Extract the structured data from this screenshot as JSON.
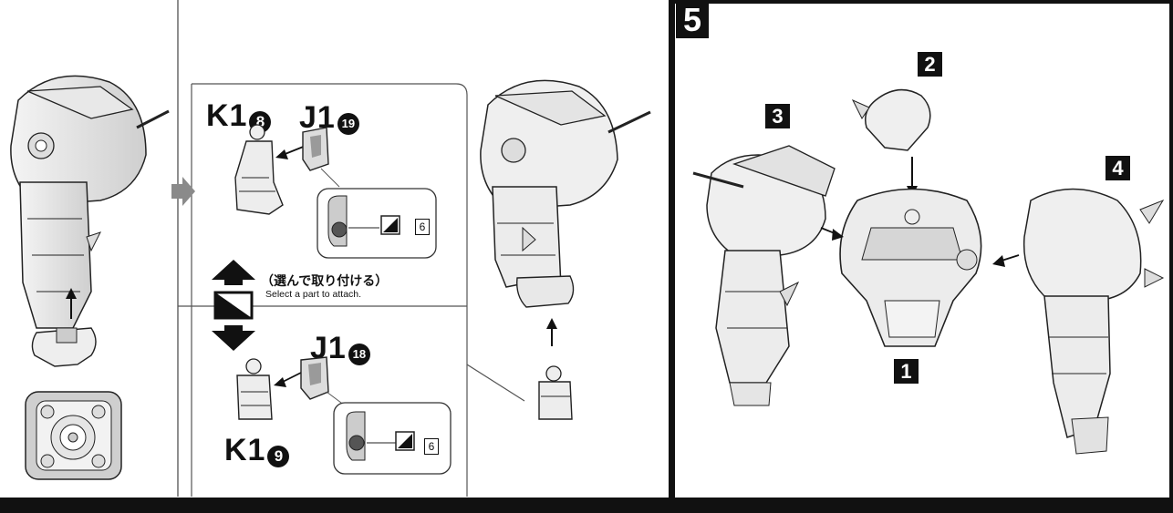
{
  "left_panel": {
    "part_k1_8": {
      "code": "K1",
      "number": "8"
    },
    "part_j1_19": {
      "code": "J1",
      "number": "19"
    },
    "part_j1_18": {
      "code": "J1",
      "number": "18"
    },
    "part_k1_9": {
      "code": "K1",
      "number": "9"
    },
    "sticker_ref_top": "6",
    "sticker_ref_bottom": "6",
    "choice_jp": "（選んで取り付ける）",
    "choice_en": "Select a part to attach."
  },
  "step5": {
    "step_number": "5",
    "labels": {
      "core": "1",
      "head": "2",
      "right_arm": "3",
      "left_arm": "4"
    }
  },
  "colors": {
    "ink": "#111111",
    "paper": "#ffffff",
    "part_fill": "#ececec",
    "shade": "#bdbdbd",
    "arrow_gray": "#8a8a8a"
  }
}
